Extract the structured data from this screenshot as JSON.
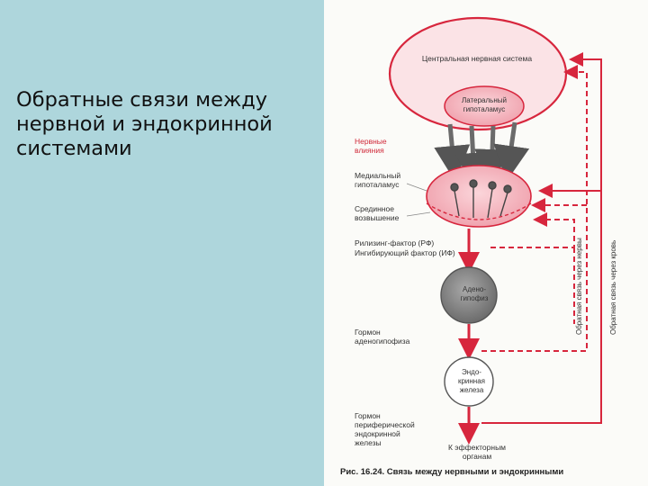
{
  "slide": {
    "title_lines": [
      "Обратные связи между",
      "нервной и эндокринной",
      "системами"
    ]
  },
  "figure": {
    "cns_label": "Центральная нервная система",
    "lateral_hypothalamus": [
      "Латеральный",
      "гипоталамус"
    ],
    "nerve_impulses": [
      "Нервные",
      "влияния"
    ],
    "medial_hypothalamus": [
      "Медиальный",
      "гипоталамус"
    ],
    "median_eminence": [
      "Срединное",
      "возвышение"
    ],
    "releasing_factor": "Рилизинг-фактор (РФ)",
    "inhibiting_factor": "Ингибирующий фактор (ИФ)",
    "adenohypophysis": [
      "Адено-",
      "гипофиз"
    ],
    "adenohypophysis_hormone": [
      "Гормон",
      "аденогипофиза"
    ],
    "endocrine_gland": [
      "Эндо-",
      "кринная",
      "железа"
    ],
    "peripheral_hormone": [
      "Гормон",
      "периферической",
      "эндокринной",
      "железы"
    ],
    "effector_organs": [
      "К эффекторным",
      "органам"
    ],
    "feedback_nerves": "Обратная связь через нервы",
    "feedback_blood": "Обратная связь через кровь",
    "caption": "Рис. 16.24. Связь между нервными и эндокринными"
  },
  "colors": {
    "background": "#aed6dc",
    "figure_bg": "#fbfbf8",
    "red": "#d7263d",
    "pink": "#f4b8c0",
    "gray": "#7d7d7d"
  }
}
